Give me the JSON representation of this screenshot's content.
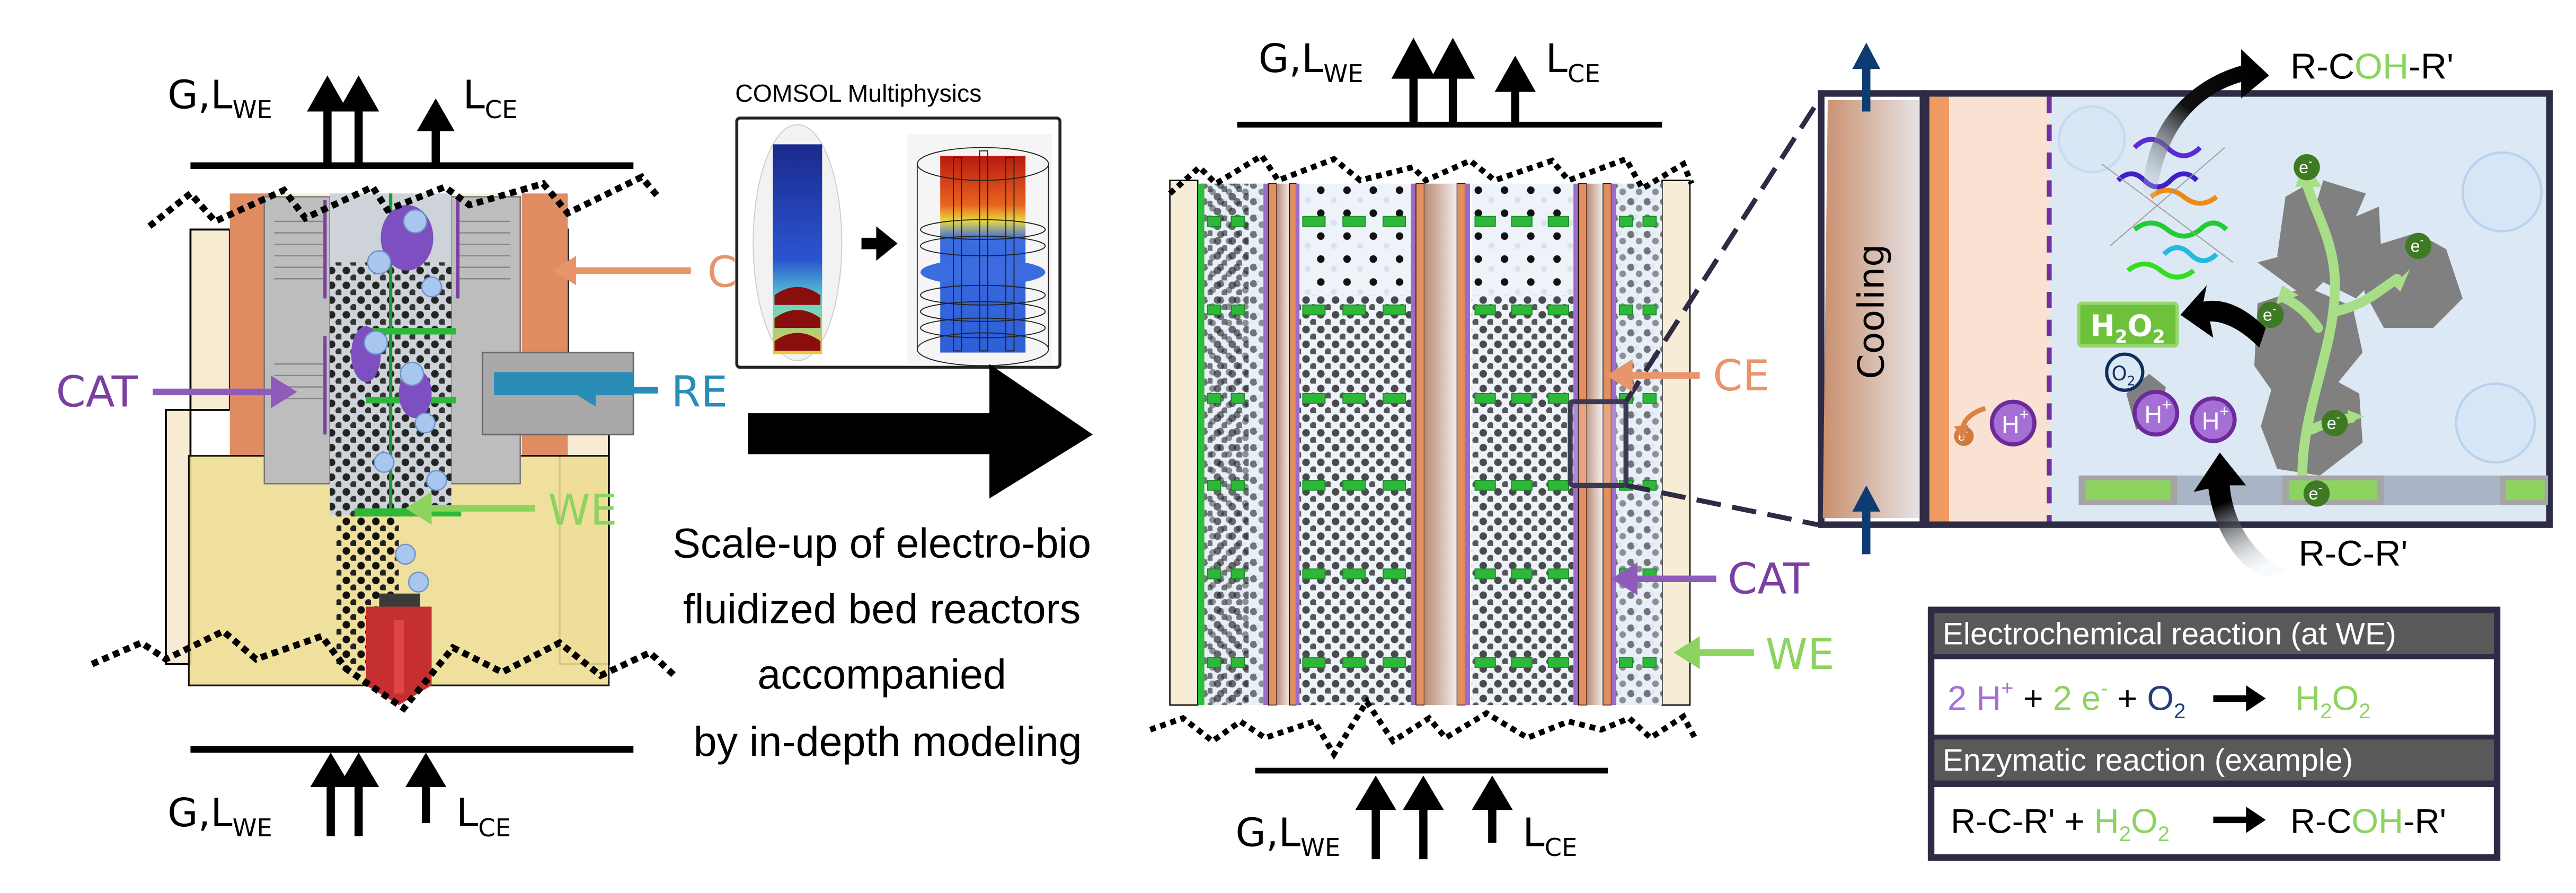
{
  "figure": {
    "type": "graphical-abstract",
    "colors": {
      "ce": "#E8956B",
      "re": "#2A8DB8",
      "we": "#8CD35F",
      "cat": "#7B3FA0",
      "frame": "#2E2B45",
      "cooling_text": "#0E3C72",
      "proton": "#A56FD6",
      "electron": "#3E7A23",
      "h2o2_box": "#76C442",
      "particle": "#808080"
    }
  },
  "lab_reactor": {
    "top_flow": {
      "left_main": "G,L",
      "left_sub": "WE",
      "right_main": "L",
      "right_sub": "CE"
    },
    "bottom_flow": {
      "left_main": "G,L",
      "left_sub": "WE",
      "right_main": "L",
      "right_sub": "CE"
    },
    "labels": {
      "ce": "CE",
      "re": "RE",
      "cat": "CAT",
      "we": "WE"
    }
  },
  "modeling": {
    "title": "COMSOL Multiphysics",
    "scale_text": [
      "Scale-up of electro-bio",
      "fluidized bed reactors",
      "accompanied",
      "by in-depth modeling"
    ]
  },
  "scaled_reactor": {
    "top_flow": {
      "left_main": "G,L",
      "left_sub": "WE",
      "right_main": "L",
      "right_sub": "CE"
    },
    "bottom_flow": {
      "left_main": "G,L",
      "left_sub": "WE",
      "right_main": "L",
      "right_sub": "CE"
    },
    "labels": {
      "ce": "CE",
      "cat": "CAT",
      "we": "WE"
    }
  },
  "detail_panel": {
    "cooling_label": "Cooling",
    "h2o2": {
      "h": "H",
      "sub1": "2",
      "o": "O",
      "sub2": "2"
    },
    "o2": {
      "o": "O",
      "sub": "2"
    },
    "proton": {
      "h": "H",
      "sup": "+"
    },
    "electron": {
      "e": "e",
      "sup": "-"
    },
    "product": {
      "a": "R-C",
      "b": "OH",
      "c": "-R'"
    },
    "substrate": "R-C-R'"
  },
  "reactions": {
    "electrochemical": {
      "header": "Electrochemical reaction (at WE)",
      "h_coef": "2 H",
      "h_sup": "+",
      "plus1": " + ",
      "e_coef": "2 e",
      "e_sup": "-",
      "plus2": " + ",
      "o2_main": "O",
      "o2_sub": "2",
      "prod_h": "H",
      "prod_sub1": "2",
      "prod_o": "O",
      "prod_sub2": "2"
    },
    "enzymatic": {
      "header": "Enzymatic reaction (example)",
      "substrate": "R-C-R'",
      "plus": " + ",
      "h": "H",
      "sub1": "2",
      "o": "O",
      "sub2": "2",
      "prod_a": "R-C",
      "prod_b": "OH",
      "prod_c": "-R'"
    }
  }
}
